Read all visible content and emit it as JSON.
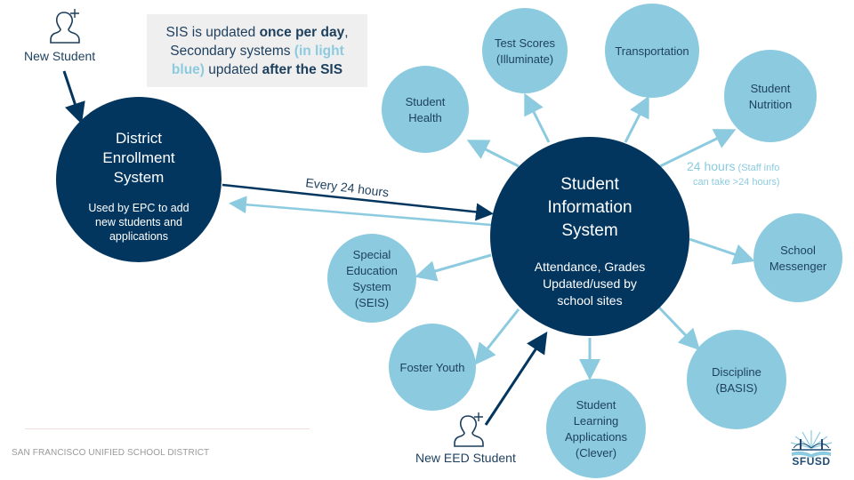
{
  "colors": {
    "dark_node": "#03365f",
    "light_node": "#8ccbdf",
    "dark_arrow": "#03365f",
    "light_arrow": "#8ccbdf",
    "text_dark": "#1d3f5e"
  },
  "note": {
    "line1_a": "SIS is updated ",
    "line1_b": "once per day",
    "line1_c": ",",
    "line2_a": "Secondary systems ",
    "line2_b": "(in light",
    "line3_a": "blue)",
    "line3_b": " updated ",
    "line3_c": "after the SIS"
  },
  "actors": {
    "new_student": {
      "label": "New Student",
      "icon": "user-add-icon"
    },
    "new_eed_student": {
      "label": "New EED Student",
      "icon": "user-add-icon"
    }
  },
  "district_enrollment": {
    "title_lines": [
      "District",
      "Enrollment",
      "System"
    ],
    "sub_lines": [
      "Used by EPC to add",
      "new students and",
      "applications"
    ]
  },
  "sis": {
    "title_lines": [
      "Student",
      "Information",
      "System"
    ],
    "sub_lines": [
      "Attendance, Grades",
      "Updated/used by",
      "school sites"
    ]
  },
  "secondary_systems": [
    {
      "id": "student-health",
      "lines": [
        "Student",
        "Health"
      ]
    },
    {
      "id": "test-scores",
      "lines": [
        "Test Scores",
        "(Illuminate)"
      ]
    },
    {
      "id": "transportation",
      "lines": [
        "Transportation"
      ]
    },
    {
      "id": "student-nutrition",
      "lines": [
        "Student",
        "Nutrition"
      ]
    },
    {
      "id": "school-messenger",
      "lines": [
        "School",
        "Messenger"
      ]
    },
    {
      "id": "discipline",
      "lines": [
        "Discipline",
        "(BASIS)"
      ]
    },
    {
      "id": "student-learning-apps",
      "lines": [
        "Student",
        "Learning",
        "Applications",
        "(Clever)"
      ]
    },
    {
      "id": "foster-youth",
      "lines": [
        "Foster Youth"
      ]
    },
    {
      "id": "special-education",
      "lines": [
        "Special",
        "Education",
        "System",
        "(SEIS)"
      ]
    }
  ],
  "edge_labels": {
    "every_24": "Every 24 hours",
    "nutrition_main": "24 hours",
    "nutrition_note_1": " (Staff info",
    "nutrition_note_2": "can take >24 hours)"
  },
  "footer": {
    "org_name": "SAN FRANCISCO UNIFIED SCHOOL DISTRICT",
    "logo_text": "SFUSD"
  }
}
